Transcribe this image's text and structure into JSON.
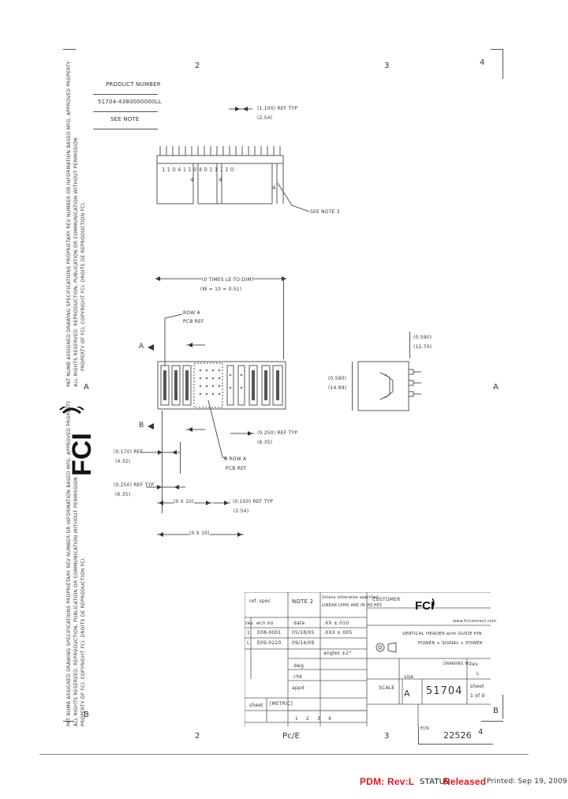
{
  "zones": {
    "top": [
      "2",
      "3",
      "4"
    ],
    "bottom": [
      "2",
      "3",
      "4"
    ],
    "left": [
      "A",
      "B"
    ],
    "right": [
      "A",
      "B"
    ],
    "bottom_center": "Pc/E"
  },
  "part_table": {
    "header": "PRODUCT NUMBER",
    "row1": "51704-4380000000LL",
    "row2": "SEE NOTE"
  },
  "side_notice": {
    "line1": "PAT NUMB ASSIGNED DRAWING SPECIFICATIONS PROPRIETARY REV NUMBER OR INFORMATION BASED MFG. APPROVED PROPERTY",
    "line2": "ALL RIGHTS RESERVED. REPRODUCTION, PUBLICATION OR COMMUNICATION WITHOUT PERMISSION",
    "line3": "PROPERTY OF FCI. COPYRIGHT FCI. DROITS DE REPRODUCTION FCI."
  },
  "dimensions": {
    "pitch_top": "(1.100) REF TYP",
    "pitch_top_mm": "(2.54)",
    "see_note_3": "SEE NOTE 3",
    "overall_len": "(0 TIMES LE-TO-DIM)",
    "overall_len_mm": "(W = 10 = 0.51)",
    "row_a_label": "ROW A",
    "pcb_ref": "PCB REF",
    "height_dim": "(0.590)",
    "height_dim_mm": "(12.70)",
    "depth_dim": "(0.590)",
    "depth_dim_mm": "(14.99)",
    "pitch_side": "(0.250) REF TYP",
    "pitch_side_mm": "(6.35)",
    "pin_a_label": "B ROW A",
    "pin_a_ref": "PCB REF",
    "row_gap": "(0.170) REF",
    "row_gap_mm": "(4.32)",
    "pitch_bottom": "(0.250) REF TYP",
    "pitch_bottom_mm": "(6.35)",
    "span1": "(0 X 10)",
    "pitch_bottom2": "(0.100) REF TYP",
    "pitch_bottom2_mm": "(2.54)",
    "span2": "(0 X 10)",
    "section_a": "A",
    "section_b": "B"
  },
  "title_block": {
    "notes_label": "NOTE 2",
    "ref_label": "ref. spec",
    "tolerance_1": "Unless otherwise specified",
    "tolerance_2": "LINEAR DIMS ARE IN INCHES",
    "tol_rows": [
      ".XX ±.010",
      ".XXX ±.005",
      "angles ±2°"
    ],
    "dwg_label": "dwg",
    "chk_label": "chk",
    "appd_label": "appd",
    "customer_label": "CUSTOMER",
    "fci_logo_text": "FCI",
    "fci_url": "www.fciconnect.com",
    "title_line1": "VERTICAL HEADER with GUIDE PIN",
    "title_line2": "POWER + SIGNAL + POWER",
    "drawing_label": "DRAWING NO",
    "drawing_number": "51704",
    "size_label": "size",
    "size_value": "A",
    "scale_label": "SCALE",
    "sheet_label": "sheet",
    "sheet_value": "1 of 9",
    "rev_label": "rev",
    "rev_value": "L",
    "ecn_label": "ECN",
    "ecn_number": "22526",
    "rev_rows": [
      {
        "rev": "1",
        "ecn": "E08-0001",
        "date": "05/18/05"
      },
      {
        "rev": "L",
        "ecn": "E09-0220",
        "date": "09/14/09"
      }
    ],
    "scale_marks": [
      "1",
      "2",
      "3",
      "4"
    ],
    "revisions_label": "rev",
    "ecn_head": "ecn no",
    "date_head": "date",
    "sheet_head": "sheet",
    "metric_label": "[METRIC]"
  },
  "footer": {
    "pdm": "PDM: Rev:L",
    "status_prefix": "STATUS:",
    "status": "Released",
    "printed": "Printed: Sep 19, 2009"
  },
  "colors": {
    "line": "#555555",
    "text": "#333333",
    "red": "#e8141c"
  }
}
